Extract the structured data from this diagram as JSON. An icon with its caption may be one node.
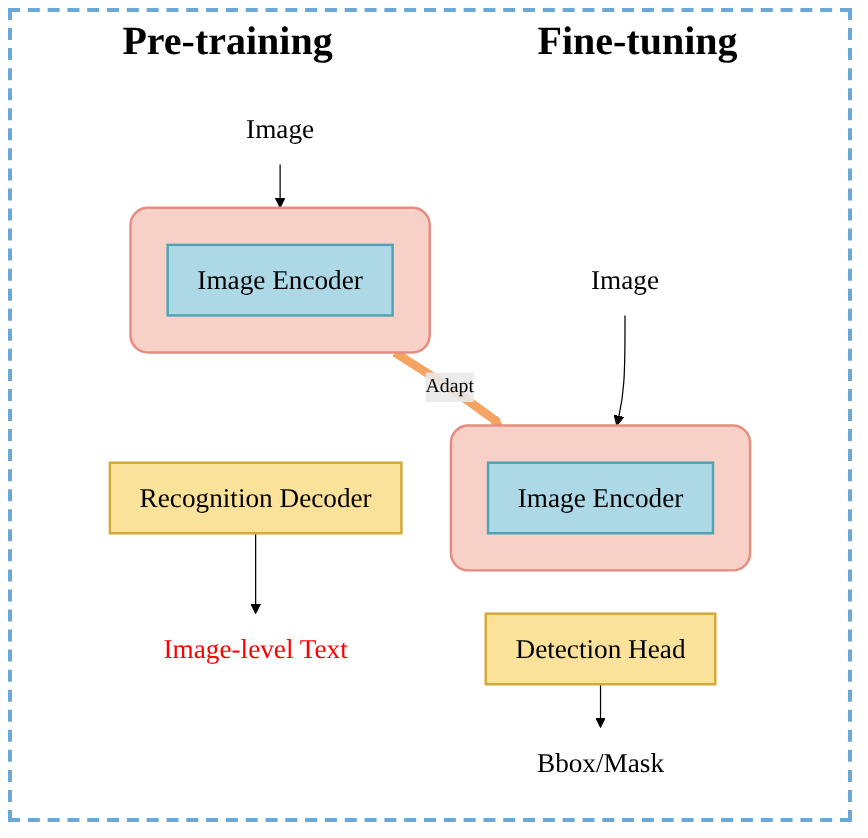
{
  "diagram": {
    "nodes": [
      {
        "text": [
          "Image"
        ]
      },
      {
        "text": [],
        "shape": "box"
      },
      {
        "text": [
          "Image Encoder"
        ],
        "in": 1
      },
      {
        "text": [
          "Recognition Decoder"
        ]
      },
      {
        "text": [
          "Image-level Text"
        ]
      },
      {
        "text": [
          "Image"
        ]
      },
      {
        "text": [],
        "shape": "box"
      },
      {
        "text": [
          "Image Encoder"
        ],
        "in": 6
      },
      {
        "text": [
          "Detection Head"
        ]
      },
      {
        "text": [
          "Bbox/Mask"
        ]
      }
    ],
    "edges": [
      {
        "from": 0,
        "to": 1,
        "arrow": "to"
      },
      {
        "from": 1,
        "to": 6,
        "arrow": "to",
        "label": "Adapt",
        "style": "thick",
        "color": "#f4a460"
      },
      {
        "from": 5,
        "to": 6,
        "arrow": "to"
      },
      {
        "from": 3,
        "to": 4,
        "arrow": "to"
      },
      {
        "from": 8,
        "to": 9,
        "arrow": "to"
      }
    ],
    "labels": [
      "Pre-training",
      "Fine-tuning"
    ]
  }
}
